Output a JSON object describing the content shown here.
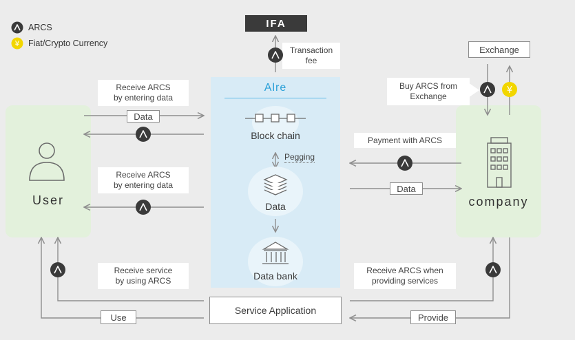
{
  "legend": {
    "arcs_label": "ARCS",
    "fiat_label": "Fiat/Crypto Currency",
    "yen_symbol": "¥"
  },
  "ifa": {
    "label": "IFA"
  },
  "transaction_fee": "Transaction\nfee",
  "exchange": {
    "label": "Exchange",
    "buy_note": "Buy ARCS from\nExchange"
  },
  "user": {
    "label": "User"
  },
  "company": {
    "label": "company"
  },
  "alre": {
    "title": "Alre",
    "blockchain_label": "Block chain",
    "pegging_label": "Pegging",
    "data_label": "Data",
    "databank_label": "Data bank"
  },
  "notes": {
    "receive_arcs_1": "Receive ARCS\nby entering data",
    "receive_arcs_2": "Receive ARCS\nby entering data",
    "receive_service": "Receive  service\nby using ARCS",
    "payment_with_arcs": "Payment with ARCS",
    "receive_arcs_providing": "Receive ARCS when\nproviding services"
  },
  "boxes": {
    "data_left": "Data",
    "data_right": "Data",
    "service_application": "Service Application",
    "use": "Use",
    "provide": "Provide"
  },
  "colors": {
    "background": "#ececec",
    "panel_green": "#e3f1dc",
    "panel_blue": "#d8ebf6",
    "accent_blue": "#2aa0d8",
    "arcs_token": "#3a3a3a",
    "fiat_token": "#f2d600",
    "arrow": "#8f8f8f"
  }
}
